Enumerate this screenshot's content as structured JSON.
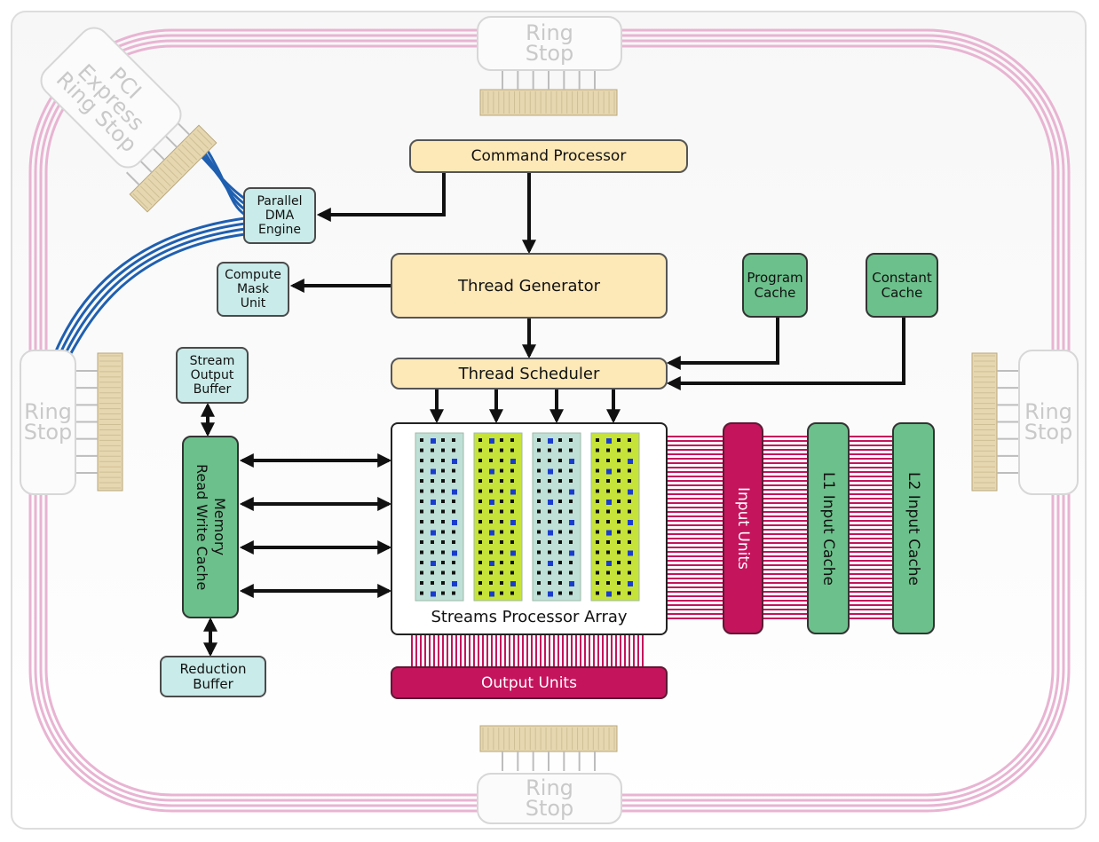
{
  "colors": {
    "ring_pink": "#e8b4d2",
    "bus_blue": "#1f5fb0",
    "stripe_magenta": "#c4145c",
    "connector_tan": "#e6d7b0",
    "arrow": "#111111",
    "lane_teal": "#bfe0d6",
    "lane_lime": "#c6e33a",
    "dot_black": "#111111",
    "dot_blue": "#1a3ccc"
  },
  "ring_stops": {
    "top": "Ring Stop",
    "left": "Ring Stop",
    "right": "Ring Stop",
    "bottom": "Ring Stop",
    "pci": [
      "PCI",
      "Express",
      "Ring Stop"
    ]
  },
  "blocks": {
    "command_processor": "Command Processor",
    "thread_generator": "Thread Generator",
    "thread_scheduler": "Thread Scheduler",
    "parallel_dma": [
      "Parallel",
      "DMA",
      "Engine"
    ],
    "compute_mask": [
      "Compute",
      "Mask",
      "Unit"
    ],
    "program_cache": [
      "Program",
      "Cache"
    ],
    "constant_cache": [
      "Constant",
      "Cache"
    ],
    "stream_output_buffer": [
      "Stream",
      "Output",
      "Buffer"
    ],
    "memory_rw_cache": [
      "Memory",
      "Read Write Cache"
    ],
    "reduction_buffer": [
      "Reduction",
      "Buffer"
    ],
    "streams_processor_array": "Streams Processor Array",
    "output_units": "Output Units",
    "input_units": "Input Units",
    "l1_input_cache": "L1 Input Cache",
    "l2_input_cache": "L2 Input Cache"
  }
}
